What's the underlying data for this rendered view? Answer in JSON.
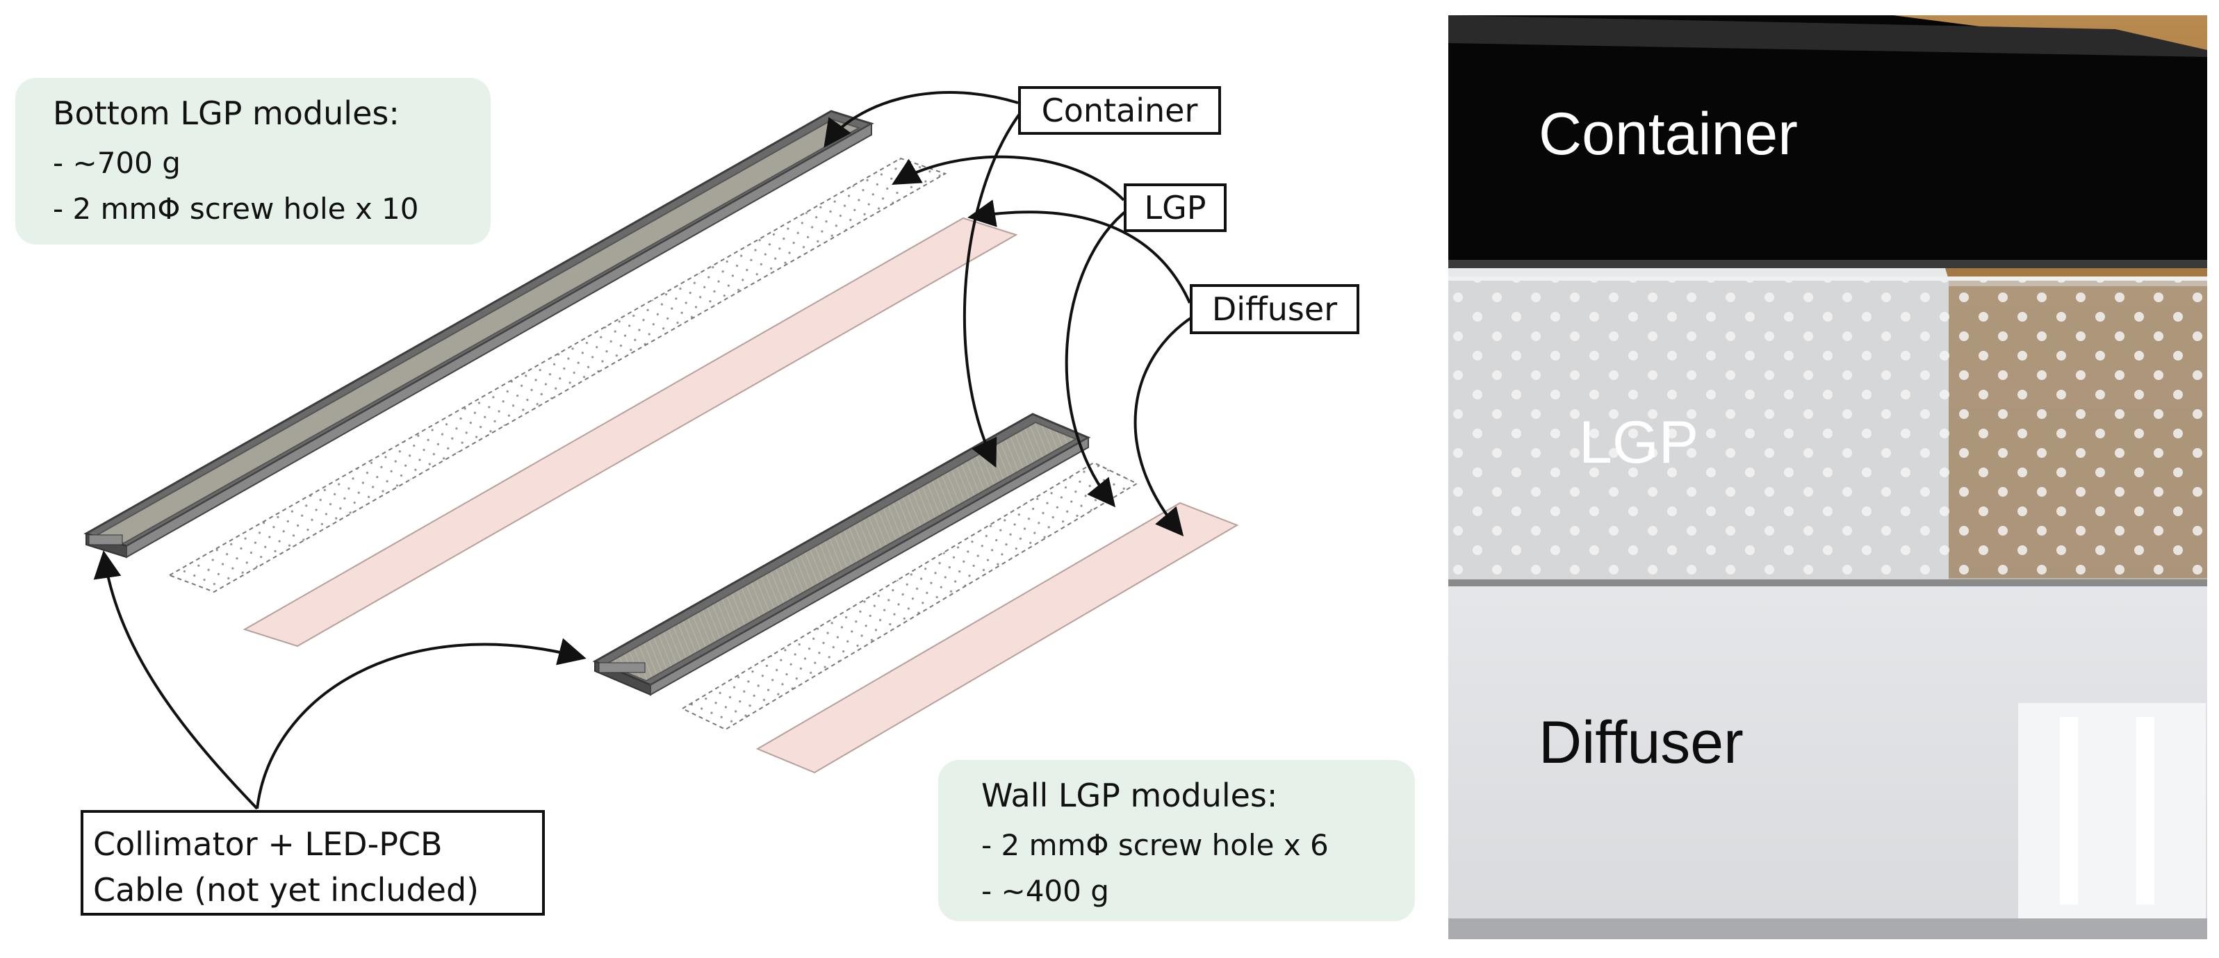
{
  "bottom_module": {
    "title": "Bottom LGP modules:",
    "lines": [
      "- ~700 g",
      "- 2 mmΦ screw hole x 10"
    ]
  },
  "wall_module": {
    "title": "Wall LGP modules:",
    "lines": [
      "- 2 mmΦ screw hole x 6",
      "- ~400 g"
    ]
  },
  "callouts": {
    "container": "Container",
    "lgp": "LGP",
    "diffuser": "Diffuser",
    "collimator_line1": "Collimator + LED-PCB",
    "collimator_line2": "Cable (not yet included)"
  },
  "photo": {
    "container": "Container",
    "lgp": "LGP",
    "diffuser": "Diffuser"
  },
  "colors": {
    "container_fill": "#a6a398",
    "container_edge": "#5c5c5c",
    "diffuser_fill": "#f6dfda",
    "box_bg": "#e6f1e9"
  }
}
